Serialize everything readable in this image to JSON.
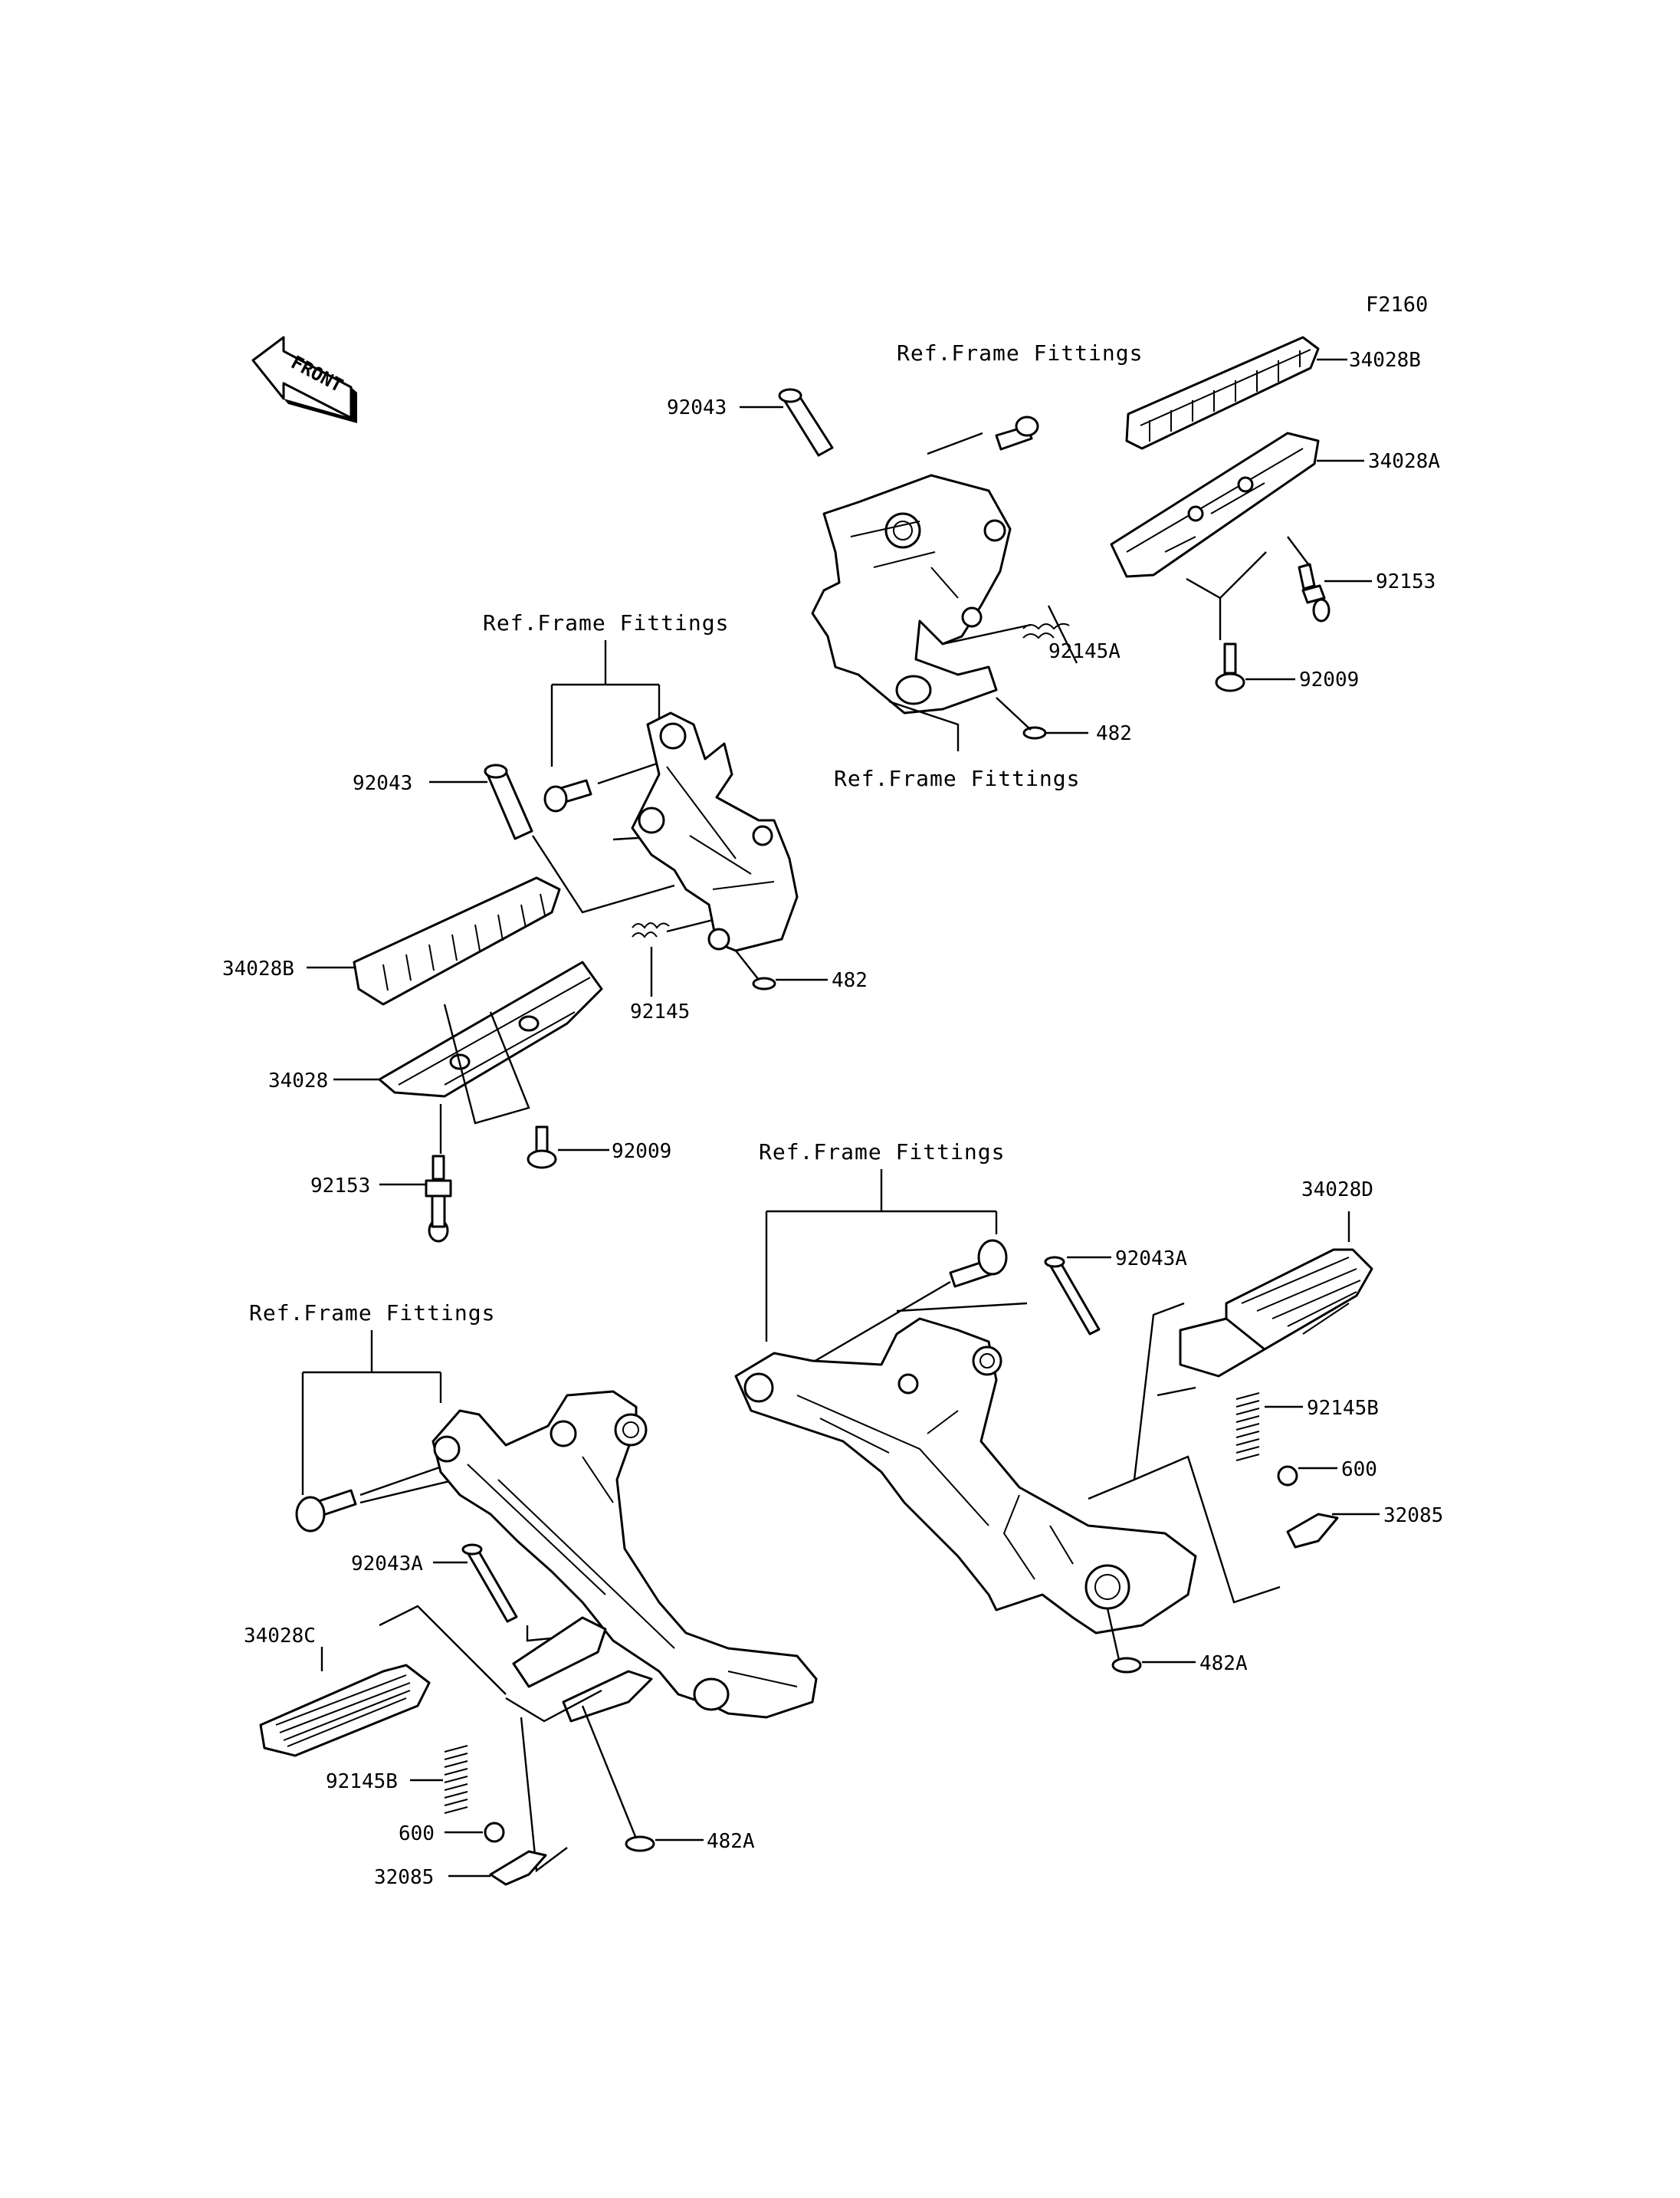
{
  "figure_code": "F2160",
  "front_badge": "FRONT",
  "ref_label": "Ref.Frame Fittings",
  "parts": {
    "p92043_top": "92043",
    "p34028B_top": "34028B",
    "p34028A": "34028A",
    "p92153_top": "92153",
    "p92145A": "92145A",
    "p92009_top": "92009",
    "p482_top": "482",
    "p92043_left": "92043",
    "p34028B_left": "34028B",
    "p92145": "92145",
    "p482_left": "482",
    "p34028": "34028",
    "p92009_left": "92009",
    "p92153_left": "92153",
    "p92043A_right": "92043A",
    "p34028D": "34028D",
    "p92145B_right": "92145B",
    "p600_right": "600",
    "p32085_right": "32085",
    "p482A_right": "482A",
    "p92043A_left": "92043A",
    "p34028C": "34028C",
    "p92145B_left": "92145B",
    "p600_left": "600",
    "p32085_left": "32085",
    "p482A_left": "482A"
  }
}
